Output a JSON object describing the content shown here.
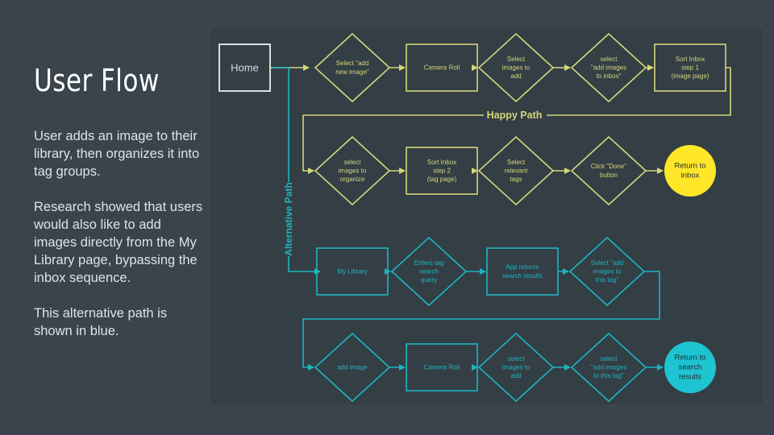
{
  "slide": {
    "title": "User Flow",
    "paragraphs": [
      "User adds an image to their library, then organizes it into tag groups.",
      "Research showed that users would also like to add images directly from the My Library page, bypassing the inbox sequence.",
      "This alternative path is shown in blue."
    ]
  },
  "colors": {
    "background": "#39444c",
    "happy": "#d4d67a",
    "alternative": "#1bb6c2",
    "home": "#d9dde0",
    "end_happy": "#ffe629",
    "end_alt": "#1ec4d1"
  },
  "diagram": {
    "home": "Home",
    "happy_path_label": "Happy Path",
    "alternative_path_label": "Alternative Path",
    "happy_row1": [
      {
        "shape": "diamond",
        "lines": [
          "Select \"add",
          "new image\""
        ]
      },
      {
        "shape": "rect",
        "lines": [
          "Camera Roll"
        ]
      },
      {
        "shape": "diamond",
        "lines": [
          "Select",
          "images to",
          "add"
        ]
      },
      {
        "shape": "diamond",
        "lines": [
          "select",
          "\"add images",
          "to inbox\""
        ]
      },
      {
        "shape": "rect",
        "lines": [
          "Sort Inbox",
          "step 1",
          "(image page)"
        ]
      }
    ],
    "happy_row2": [
      {
        "shape": "diamond",
        "lines": [
          "select",
          "images to",
          "organize"
        ]
      },
      {
        "shape": "rect",
        "lines": [
          "Sort Inbox",
          "step 2",
          "(tag page)"
        ]
      },
      {
        "shape": "diamond",
        "lines": [
          "Select",
          "relevant",
          "tags"
        ]
      },
      {
        "shape": "diamond",
        "lines": [
          "Click \"Done\"",
          "button"
        ]
      },
      {
        "shape": "circle",
        "lines": [
          "Return to",
          "inbox"
        ]
      }
    ],
    "alt_row1": [
      {
        "shape": "rect",
        "lines": [
          "My Library"
        ]
      },
      {
        "shape": "diamond",
        "lines": [
          "Enters tag",
          "search",
          "query"
        ]
      },
      {
        "shape": "rect",
        "lines": [
          "App returns",
          "search results"
        ]
      },
      {
        "shape": "diamond",
        "lines": [
          "Select \"add",
          "images to",
          "this tag\""
        ]
      }
    ],
    "alt_row2": [
      {
        "shape": "diamond",
        "lines": [
          "add image"
        ]
      },
      {
        "shape": "rect",
        "lines": [
          "Camera Roll"
        ]
      },
      {
        "shape": "diamond",
        "lines": [
          "select",
          "images to",
          "add"
        ]
      },
      {
        "shape": "diamond",
        "lines": [
          "select",
          "\"add images",
          "to this tag\""
        ]
      },
      {
        "shape": "circle",
        "lines": [
          "Return to",
          "search",
          "results"
        ]
      }
    ]
  }
}
